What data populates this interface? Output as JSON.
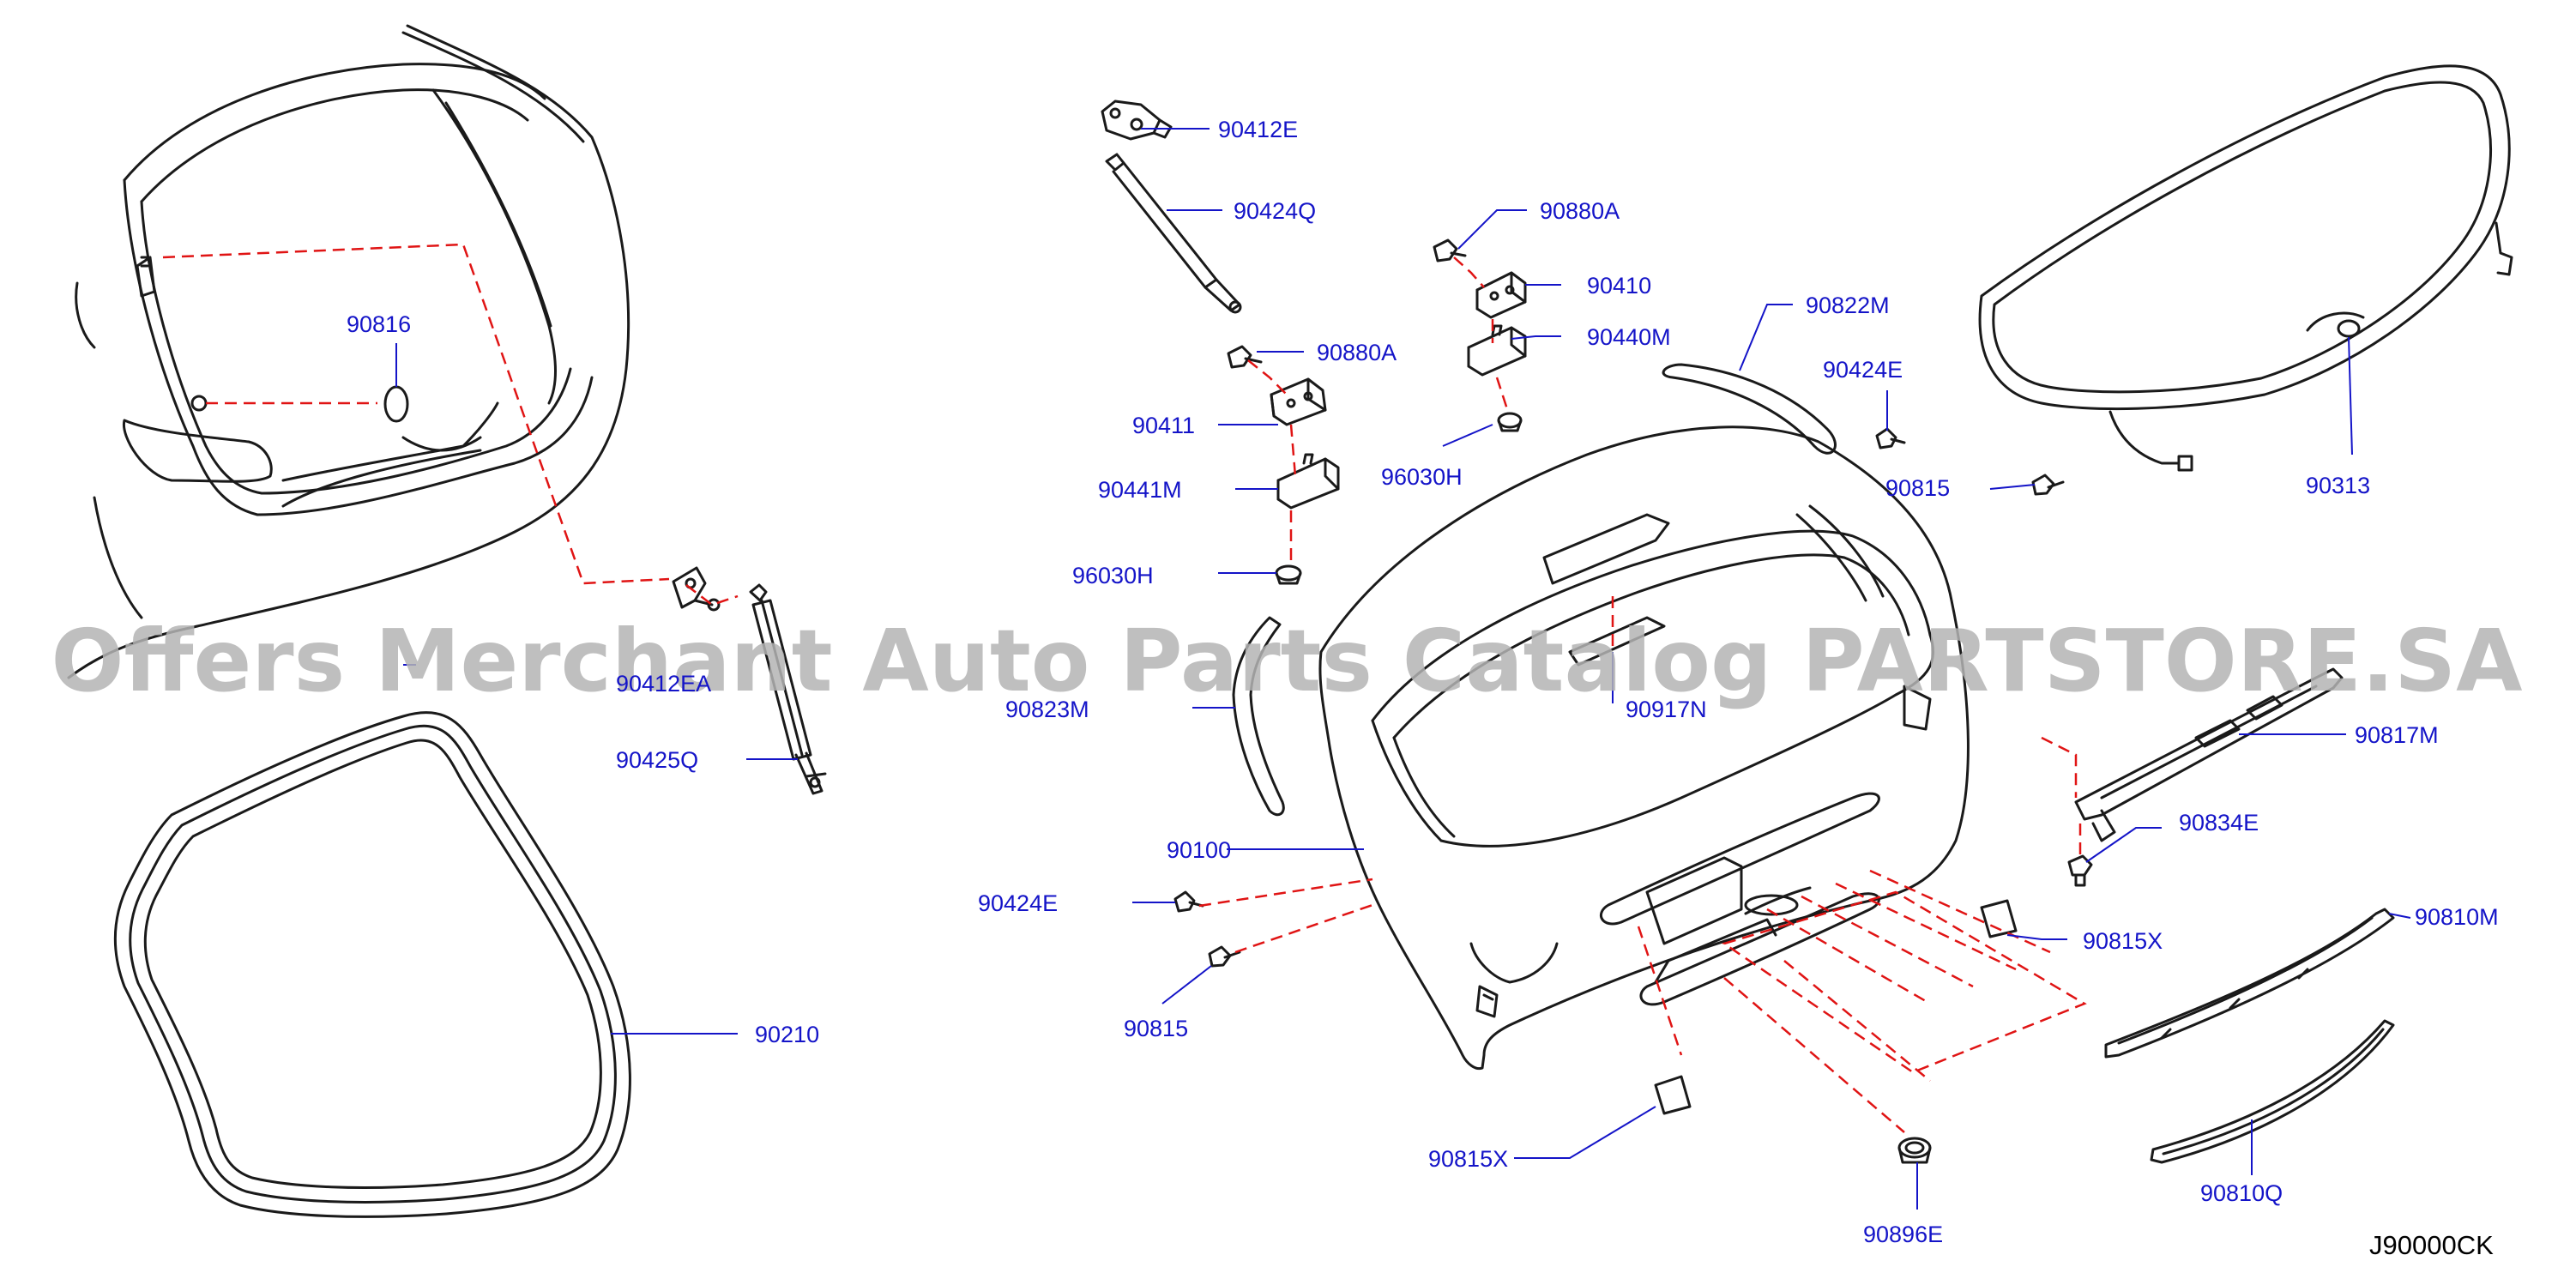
{
  "diagram": {
    "code": "J90000CK",
    "watermark": "Offers Merchant Auto Parts Catalog PARTSTORE.SA",
    "colors": {
      "line": "#1a1a1a",
      "label": "#1414c8",
      "leader": "#1414c8",
      "dashed": "#e01414",
      "watermark": "#b4b4b4"
    }
  },
  "labels": {
    "p90816": "90816",
    "p90412EA": "90412EA",
    "p90425Q": "90425Q",
    "p90210": "90210",
    "p90412E": "90412E",
    "p90424Q": "90424Q",
    "p90880A_upper": "90880A",
    "p90411": "90411",
    "p90441M": "90441M",
    "p96030H_left": "96030H",
    "p90880A_right": "90880A",
    "p90410": "90410",
    "p90440M": "90440M",
    "p96030H_right": "96030H",
    "p90822M": "90822M",
    "p90424E_right": "90424E",
    "p90815_right": "90815",
    "p90313": "90313",
    "p90823M": "90823M",
    "p90917N": "90917N",
    "p90100": "90100",
    "p90424E_left": "90424E",
    "p90815_left": "90815",
    "p90817M": "90817M",
    "p90834E": "90834E",
    "p90815X_right": "90815X",
    "p90810M": "90810M",
    "p90815X_bottom": "90815X",
    "p90896E": "90896E",
    "p90810Q": "90810Q"
  }
}
